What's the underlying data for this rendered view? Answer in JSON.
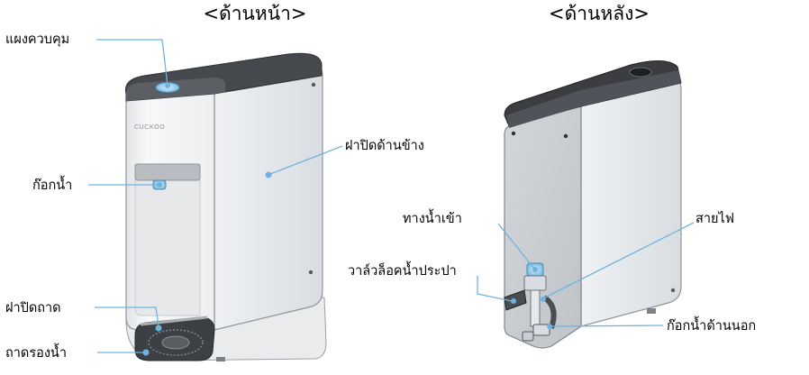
{
  "titles": {
    "front": "<ด้านหน้า>",
    "back": "<ด้านหลัง>"
  },
  "front": {
    "brand": "CUCKOO",
    "labels": {
      "control_panel": "แผงควบคุม",
      "side_cover": "ฝาปิดด้านข้าง",
      "faucet": "ก๊อกน้ำ",
      "tray_cover": "ฝาปิดถาด",
      "drip_tray": "ถาดรองน้ำ"
    }
  },
  "back": {
    "labels": {
      "water_inlet": "ทางน้ำเข้า",
      "power_cord": "สายไฟ",
      "supply_lock_valve": "วาล์วล็อคน้ำประปา",
      "external_faucet": "ก๊อกน้ำด้านนอก"
    }
  },
  "colors": {
    "leader_line": "#6fb3e0",
    "body_white": "#f4f5f6",
    "panel_grey": "#dcdfe2",
    "dark_top": "#3a3c3f",
    "faucet_blue": "#9fd0ee"
  }
}
